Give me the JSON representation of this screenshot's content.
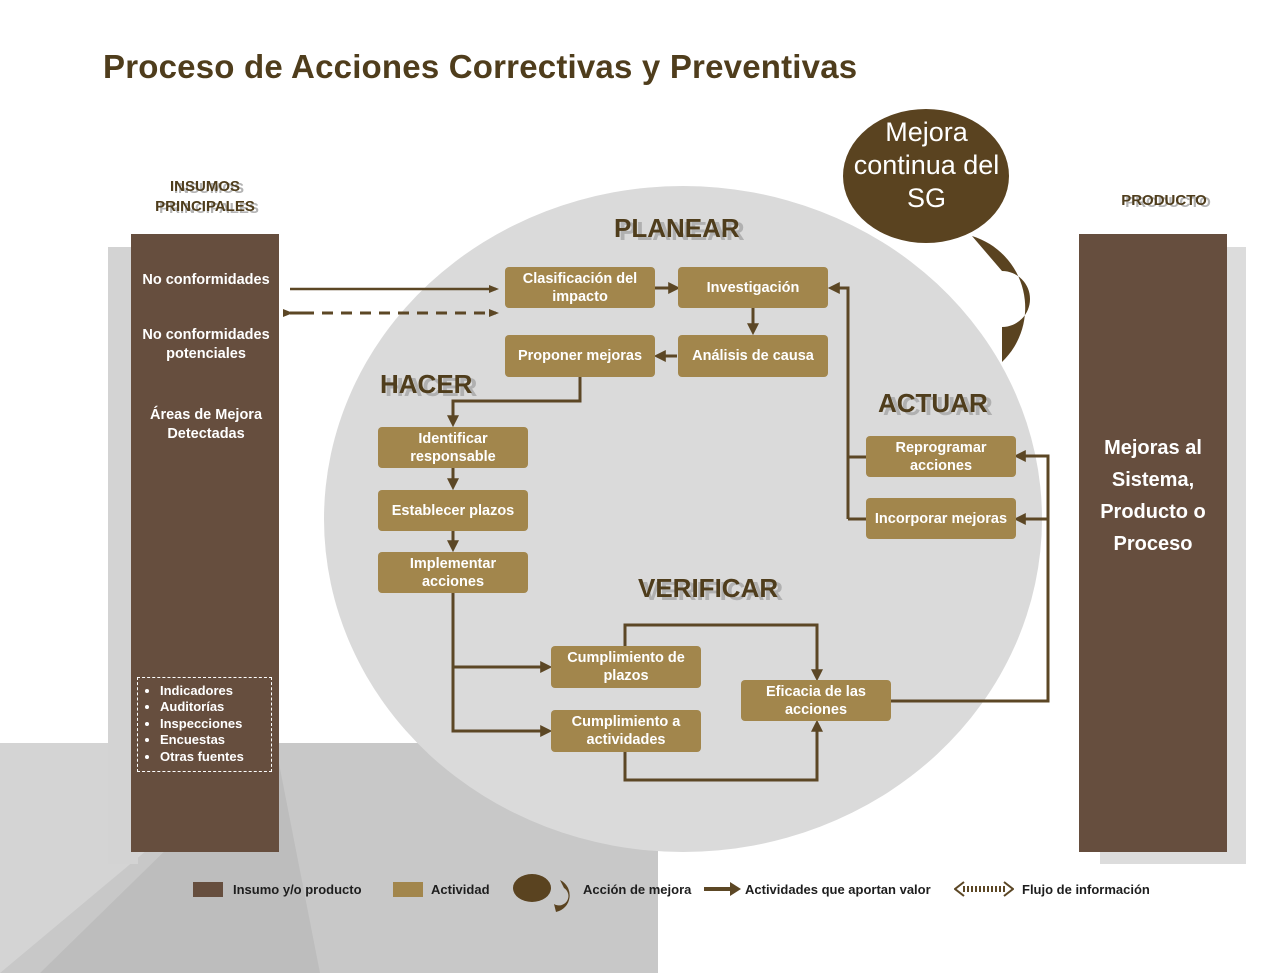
{
  "title": "Proceso de Acciones Correctivas y Preventivas",
  "colors": {
    "brown_dark": "#664e3e",
    "gold": "#a2864c",
    "arrow": "#5c4725",
    "circle": "#dadada"
  },
  "inputs": {
    "heading": "INSUMOS PRINCIPALES",
    "items": [
      "No conformidades",
      "No conformidades potenciales",
      "Áreas de Mejora Detectadas"
    ],
    "sources": [
      "Indicadores",
      "Auditorías",
      "Inspecciones",
      "Encuestas",
      "Otras fuentes"
    ]
  },
  "output": {
    "heading": "PRODUCTO",
    "text": "Mejoras al Sistema, Producto o Proceso"
  },
  "improvement": {
    "text": "Mejora continua del SG"
  },
  "phases": {
    "planear": "PLANEAR",
    "hacer": "HACER",
    "verificar": "VERIFICAR",
    "actuar": "ACTUAR"
  },
  "activities": {
    "clasificacion": "Clasificación del impacto",
    "investigacion": "Investigación",
    "analisis": "Análisis de causa",
    "proponer": "Proponer mejoras",
    "identificar": "Identificar responsable",
    "establecer": "Establecer plazos",
    "implementar": "Implementar acciones",
    "cumplimiento_plazos": "Cumplimiento de plazos",
    "cumplimiento_actividades": "Cumplimiento a actividades",
    "eficacia": "Eficacia de las acciones",
    "reprogramar": "Reprogramar acciones",
    "incorporar": "Incorporar mejoras"
  },
  "legend": {
    "insumo": "Insumo y/o producto",
    "actividad": "Actividad",
    "accion": "Acción de mejora",
    "valor": "Actividades que aportan valor",
    "flujo": "Flujo de información"
  }
}
